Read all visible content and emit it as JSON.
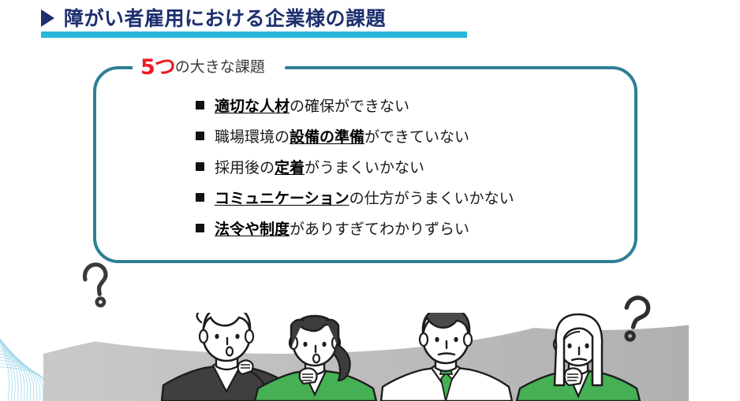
{
  "slide": {
    "title": "障がい者雇用における企業様の課題",
    "title_marker_icon": "triangle-right-icon",
    "accent_color": "#29b6d8",
    "title_color": "#1c2f6e"
  },
  "callout": {
    "label_number": "5つ",
    "label_number_color": "#ee1c22",
    "label_rest": "の大きな課題",
    "border_color": "#2e7f96",
    "items": [
      {
        "bullet": "square-bullet-icon",
        "emphasis": "適切な人材",
        "rest": "の確保ができない",
        "lead": ""
      },
      {
        "bullet": "square-bullet-icon",
        "lead": "職場環境の",
        "emphasis": "設備の準備",
        "rest": "ができていない"
      },
      {
        "bullet": "square-bullet-icon",
        "lead": "採用後の",
        "emphasis": "定着",
        "rest": "がうまくいかない"
      },
      {
        "bullet": "square-bullet-icon",
        "lead": "",
        "emphasis": "コミュニケーション",
        "rest": "の仕方がうまくいかない"
      },
      {
        "bullet": "square-bullet-icon",
        "lead": "",
        "emphasis": "法令や制度",
        "rest": "がありすぎてわかりずらい"
      }
    ]
  },
  "illustration": {
    "question_mark_left": "?",
    "question_mark_right": "?",
    "people": [
      {
        "name": "person-1",
        "hair": "#f2f2f2",
        "jacket": "#3f3f3f"
      },
      {
        "name": "person-2",
        "hair": "#3c3c3c",
        "jacket": "#45b054"
      },
      {
        "name": "person-3",
        "hair": "#4a4a4a",
        "jacket": "#ffffff",
        "tie": "#45b054"
      },
      {
        "name": "person-4",
        "hair": "#f5f5f5",
        "jacket": "#45b054"
      }
    ],
    "band_color": "#b3b3b3",
    "wave_color": "#6ec6df"
  }
}
